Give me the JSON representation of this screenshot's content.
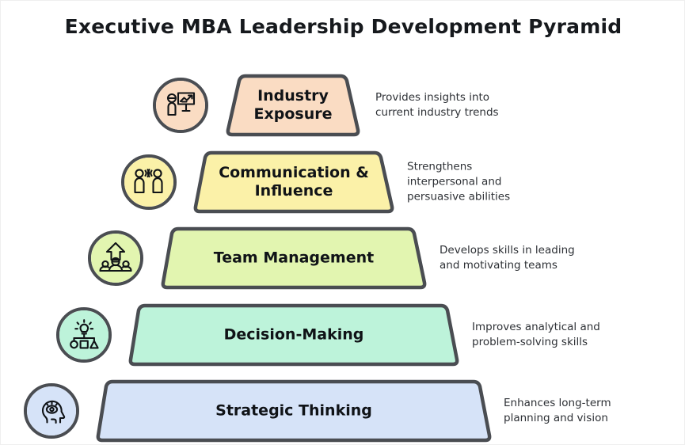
{
  "title": "Executive MBA Leadership Development Pyramid",
  "theme": {
    "page_background": "#eeeeee",
    "card_background": "#ffffff",
    "outline": "#4a4d52",
    "label_text": "#101317",
    "description_text": "#2d3035"
  },
  "levels": [
    {
      "label": "Industry Exposure",
      "description": "Provides insights into current industry trends",
      "color": "#fadcc3",
      "icon": "presentation-chart-person-icon",
      "tier": 1
    },
    {
      "label": "Communication & Influence",
      "description": "Strengthens interpersonal and persuasive abilities",
      "color": "#fbf1a8",
      "icon": "two-people-talking-icon",
      "tier": 2
    },
    {
      "label": "Team Management",
      "description": "Develops skills in leading and motivating teams",
      "color": "#e2f5b0",
      "icon": "team-growth-arrow-icon",
      "tier": 3
    },
    {
      "label": "Decision-Making",
      "description": "Improves analytical and problem-solving skills",
      "color": "#bdf3da",
      "icon": "lightbulb-decision-tree-icon",
      "tier": 4
    },
    {
      "label": "Strategic Thinking",
      "description": "Enhances long-term planning and vision",
      "color": "#d6e3f8",
      "icon": "head-vision-eye-icon",
      "tier": 5
    }
  ]
}
